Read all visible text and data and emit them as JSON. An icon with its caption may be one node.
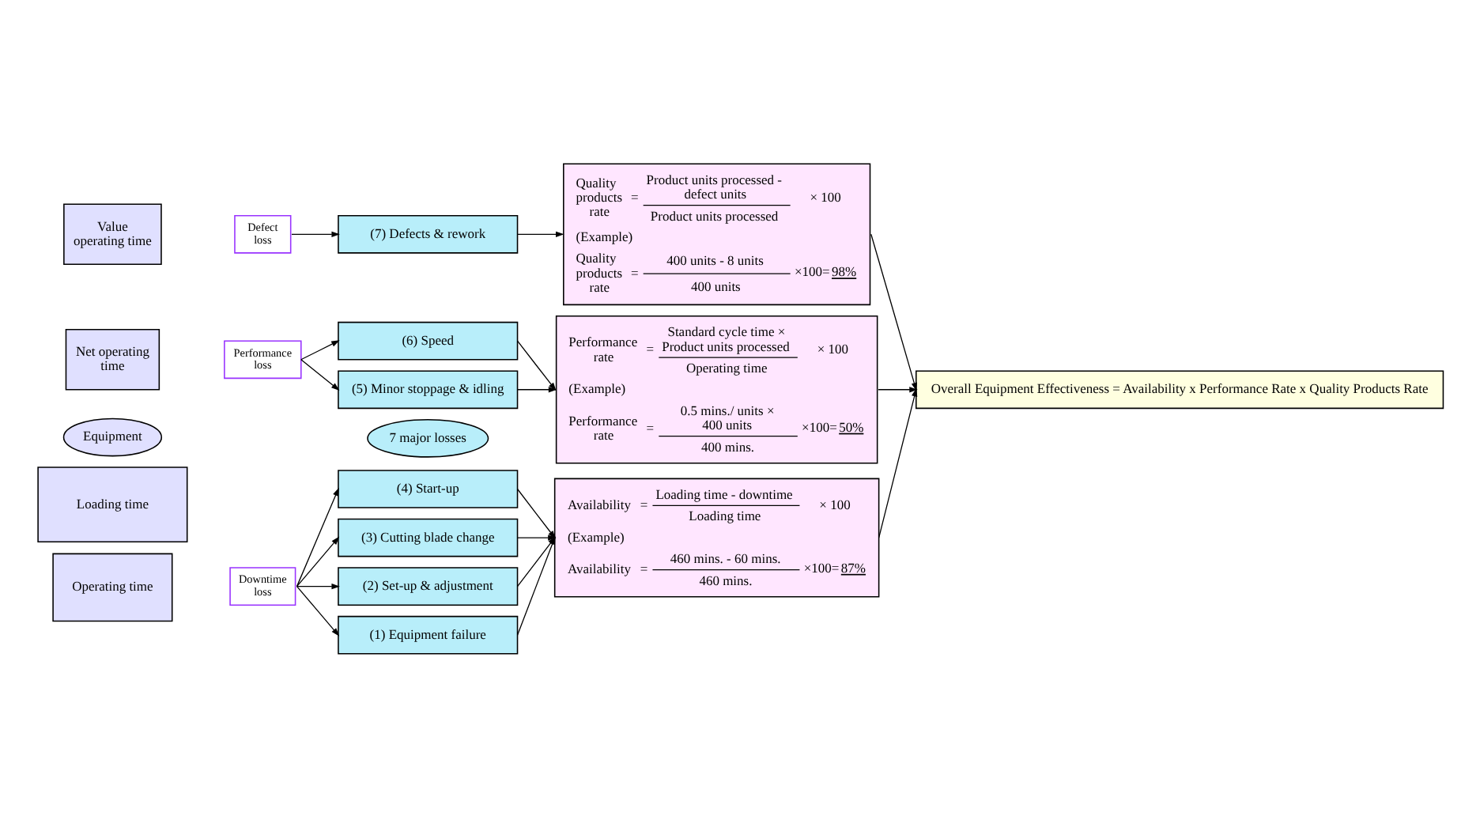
{
  "diagram": {
    "nodes": [
      {
        "text": [
          "Equipment"
        ]
      },
      {
        "text": [
          "7 major losses"
        ]
      },
      {
        "text": [
          "Loading time"
        ]
      },
      {
        "text": [
          "Operating time"
        ]
      },
      {
        "text": [
          "Downtime loss"
        ]
      },
      {
        "text": [
          "Net operating time"
        ]
      },
      {
        "text": [
          "Performance loss"
        ]
      },
      {
        "text": [
          "Value operating time"
        ]
      },
      {
        "text": [
          "Defect loss"
        ]
      },
      {
        "text": [
          "(1) Equipment failure"
        ]
      },
      {
        "text": [
          "(2) Set-up & adjustment"
        ]
      },
      {
        "text": [
          "(3) Cutting blade change"
        ]
      },
      {
        "text": [
          "(4) Start-up"
        ]
      },
      {
        "text": [
          "(5) Minor stoppage & idling"
        ]
      },
      {
        "text": [
          "(6) Speed"
        ]
      },
      {
        "text": [
          "(7) Defects & rework"
        ]
      },
      {
        "text": [
          "Availability",
          "=",
          "Loading time - downtime",
          "Loading time",
          "× 100",
          "(Example)",
          "Availability",
          "=",
          "460 mins. - 60 mins.",
          "460 mins.",
          "×100=",
          "87%"
        ]
      },
      {
        "text": [
          "Performance rate",
          "=",
          "Standard cycle time × Product units processed",
          "Operating time",
          "× 100",
          "(Example)",
          "Performance rate",
          "=",
          "0.5 mins./ units × 400 units",
          "400 mins.",
          "×100=",
          "50%"
        ]
      },
      {
        "text": [
          "Quality products rate",
          "=",
          "Product units processed - defect units",
          "Product units processed",
          "× 100",
          "(Example)",
          "Quality products rate",
          "=",
          "400 units - 8 units",
          "400 units",
          "×100=",
          "98%"
        ]
      },
      {
        "text": [
          "Overall Equipment Effectiveness = Availability x Performance Rate x Quality Products Rate"
        ]
      }
    ],
    "edges": [
      {
        "from": 4,
        "to": 9,
        "arrow": "to"
      },
      {
        "from": 4,
        "to": 10,
        "arrow": "to"
      },
      {
        "from": 4,
        "to": 11,
        "arrow": "to"
      },
      {
        "from": 4,
        "to": 12,
        "arrow": "to"
      },
      {
        "from": 6,
        "to": 13,
        "arrow": "to"
      },
      {
        "from": 6,
        "to": 14,
        "arrow": "to"
      },
      {
        "from": 8,
        "to": 15,
        "arrow": "to"
      },
      {
        "from": 9,
        "to": 16,
        "arrow": "to"
      },
      {
        "from": 10,
        "to": 16,
        "arrow": "to"
      },
      {
        "from": 11,
        "to": 16,
        "arrow": "to"
      },
      {
        "from": 12,
        "to": 16,
        "arrow": "to"
      },
      {
        "from": 13,
        "to": 17,
        "arrow": "to"
      },
      {
        "from": 14,
        "to": 17,
        "arrow": "to"
      },
      {
        "from": 15,
        "to": 18,
        "arrow": "to"
      },
      {
        "from": 16,
        "to": 19,
        "arrow": "to"
      },
      {
        "from": 17,
        "to": 19,
        "arrow": "to"
      },
      {
        "from": 18,
        "to": 19,
        "arrow": "to"
      }
    ]
  }
}
